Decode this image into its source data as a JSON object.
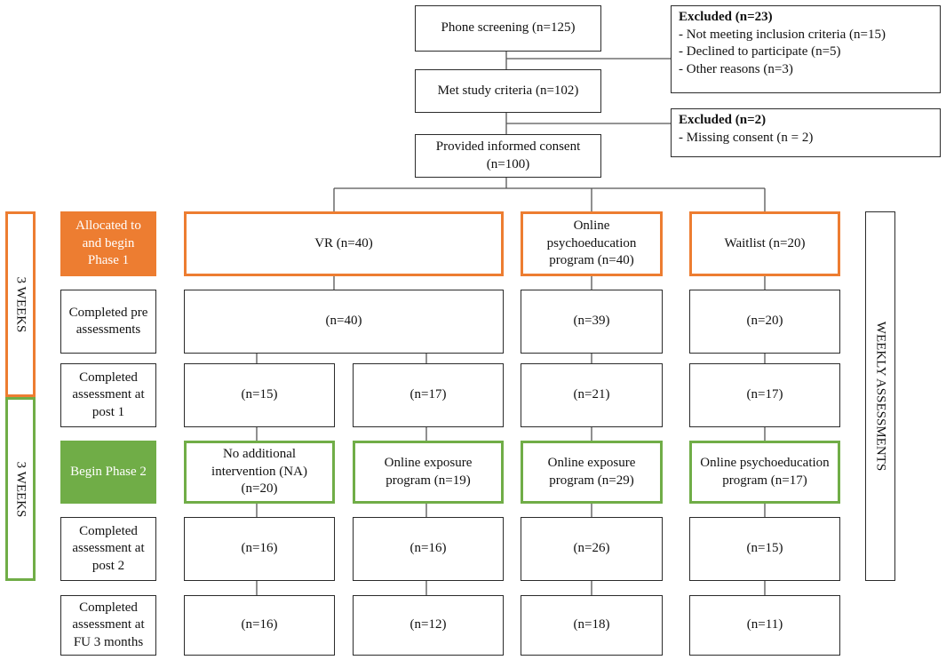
{
  "top": {
    "phone_screening": "Phone screening  (n=125)",
    "met_criteria": "Met study criteria  (n=102)",
    "consent": "Provided informed  consent (n=100)"
  },
  "excluded_1": {
    "title": "Excluded  (n=23)",
    "items": [
      "- Not meeting inclusion  criteria  (n=15)",
      "- Declined to participate  (n=5)",
      "- Other reasons  (n=3)"
    ]
  },
  "excluded_2": {
    "title": "Excluded  (n=2)",
    "items": [
      "- Missing  consent  (n = 2)"
    ]
  },
  "side_labels": {
    "phase1_weeks": "3 WEEKS",
    "phase2_weeks": "3 WEEKS",
    "weekly": "WEEKLY  ASSESSMENTS"
  },
  "row_labels": {
    "allocated": "Allocated to and begin Phase 1",
    "pre": "Completed pre assessments",
    "post1": "Completed assessment at post 1",
    "phase2": "Begin  Phase  2",
    "post2": "Completed assessment at post 2",
    "fu": "Completed assessment at FU 3 months"
  },
  "arms": {
    "vr": "VR  (n=40)",
    "online_psy": "Online psychoeducation program  (n=40)",
    "waitlist": "Waitlist  (n=20)"
  },
  "pre": {
    "vr": "(n=40)",
    "online_psy": "(n=39)",
    "waitlist": "(n=20)"
  },
  "post1": {
    "vr_a": "(n=15)",
    "vr_b": "(n=17)",
    "online_psy": "(n=21)",
    "waitlist": "(n=17)"
  },
  "phase2": {
    "na": "No additional intervention  (NA) (n=20)",
    "vr_exposure": "Online  exposure program  (n=19)",
    "psy_exposure": "Online  exposure program  (n=29)",
    "waitlist_psy": "Online psychoeducation program  (n=17)"
  },
  "post2": {
    "na": "(n=16)",
    "vr_exposure": "(n=16)",
    "psy_exposure": "(n=26)",
    "waitlist_psy": "(n=15)"
  },
  "fu": {
    "na": "(n=16)",
    "vr_exposure": "(n=12)",
    "psy_exposure": "(n=18)",
    "waitlist_psy": "(n=11)"
  },
  "colors": {
    "orange": "#ed7d31",
    "green": "#70ad47",
    "line": "#2b2b2b"
  }
}
